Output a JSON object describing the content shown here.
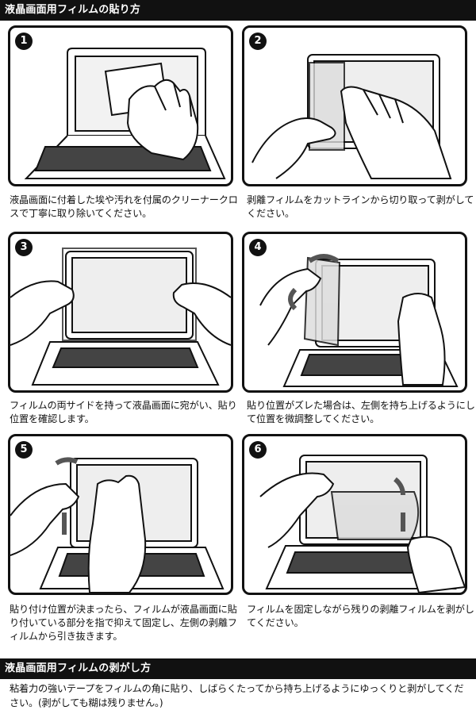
{
  "header1": "液晶画面用フィルムの貼り方",
  "steps": [
    {
      "num": "1",
      "caption": "液晶画面に付着した埃や汚れを付属のクリーナークロスで丁寧に取り除いてください。"
    },
    {
      "num": "2",
      "caption": "剥離フィルムをカットラインから切り取って剥がしてください。"
    },
    {
      "num": "3",
      "caption": "フィルムの両サイドを持って液晶画面に宛がい、貼り位置を確認します。"
    },
    {
      "num": "4",
      "caption": "貼り位置がズレた場合は、左側を持ち上げるようにして位置を微調整してください。"
    },
    {
      "num": "5",
      "caption": "貼り付け位置が決まったら、フィルムが液晶画面に貼り付いている部分を指で抑えて固定し、左側の剥離フィルムから引き抜きます。"
    },
    {
      "num": "6",
      "caption": "フィルムを固定しながら残りの剥離フィルムを剥がしてください。"
    }
  ],
  "header2": "液晶画面用フィルムの剥がし方",
  "footer": "粘着力の強いテープをフィルムの角に貼り、しばらくたってから持ち上げるようにゆっくりと剥がしてください。(剥がしても糊は残りません。)",
  "colors": {
    "bar": "#111111",
    "panel_border": "#111111",
    "arrow": "#333333"
  }
}
